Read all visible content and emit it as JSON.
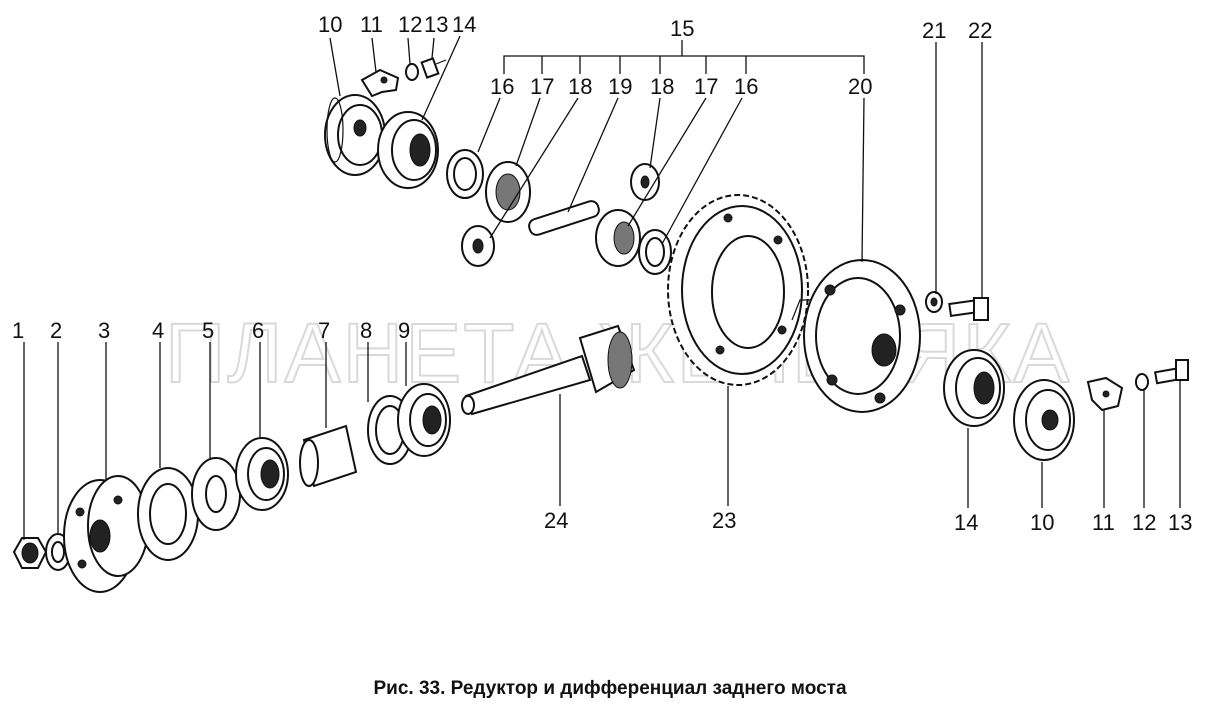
{
  "watermark": "ПЛАНЕТА ЖЕЛЕЗЯКА",
  "caption": "Рис. 33. Редуктор и дифференциал заднего моста",
  "callouts": {
    "c1": "1",
    "c2": "2",
    "c3": "3",
    "c4": "4",
    "c5": "5",
    "c6": "6",
    "c7": "7",
    "c8": "8",
    "c9": "9",
    "c10_top": "10",
    "c11_top": "11",
    "c12_top": "12",
    "c13_top": "13",
    "c14_top": "14",
    "c15": "15",
    "c16_left": "16",
    "c17_left": "17",
    "c18_left": "18",
    "c19": "19",
    "c18_right": "18",
    "c17_right": "17",
    "c16_right": "16",
    "c20": "20",
    "c21": "21",
    "c22": "22",
    "c24": "24",
    "c23": "23",
    "c14_bottom": "14",
    "c10_bottom": "10",
    "c11_bottom": "11",
    "c12_bottom": "12",
    "c13_bottom": "13"
  }
}
